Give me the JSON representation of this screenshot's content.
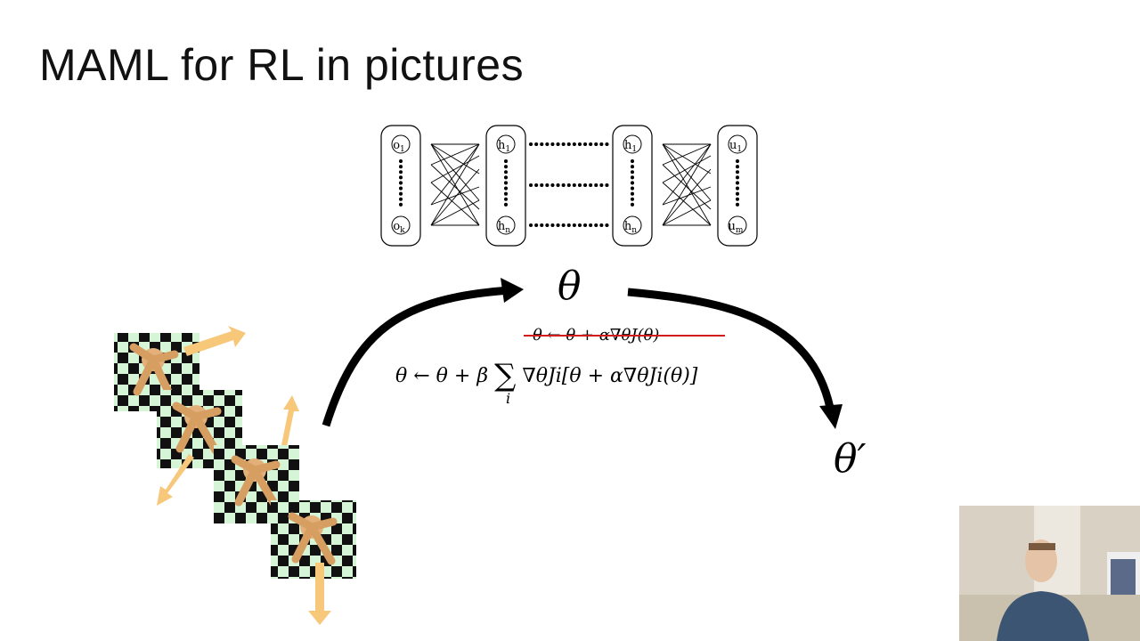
{
  "slide": {
    "title": "MAML for RL in pictures"
  },
  "network": {
    "input_top": "o",
    "input_top_sub": "1",
    "input_bottom": "o",
    "input_bottom_sub": "k",
    "hidden_top": "h",
    "hidden_top_sub": "1",
    "hidden_bottom": "h",
    "hidden_bottom_sub": "n",
    "output_top": "u",
    "output_top_sub": "1",
    "output_bottom": "u",
    "output_bottom_sub": "m"
  },
  "math": {
    "theta": "θ",
    "theta_prime": "θ′",
    "struck_update": "θ ← θ + α∇θJ(θ)",
    "meta_update_left": "θ ← θ + β",
    "meta_update_sum": "∑",
    "meta_update_right": "∇θJi[θ + α∇θJi(θ)]",
    "sum_index": "i"
  },
  "colors": {
    "strike": "#d21b1b",
    "arrow_orange": "#f7c77a",
    "robot_body": "#e3b07a",
    "checker_light": "#d6f5d6",
    "checker_dark": "#111111"
  }
}
